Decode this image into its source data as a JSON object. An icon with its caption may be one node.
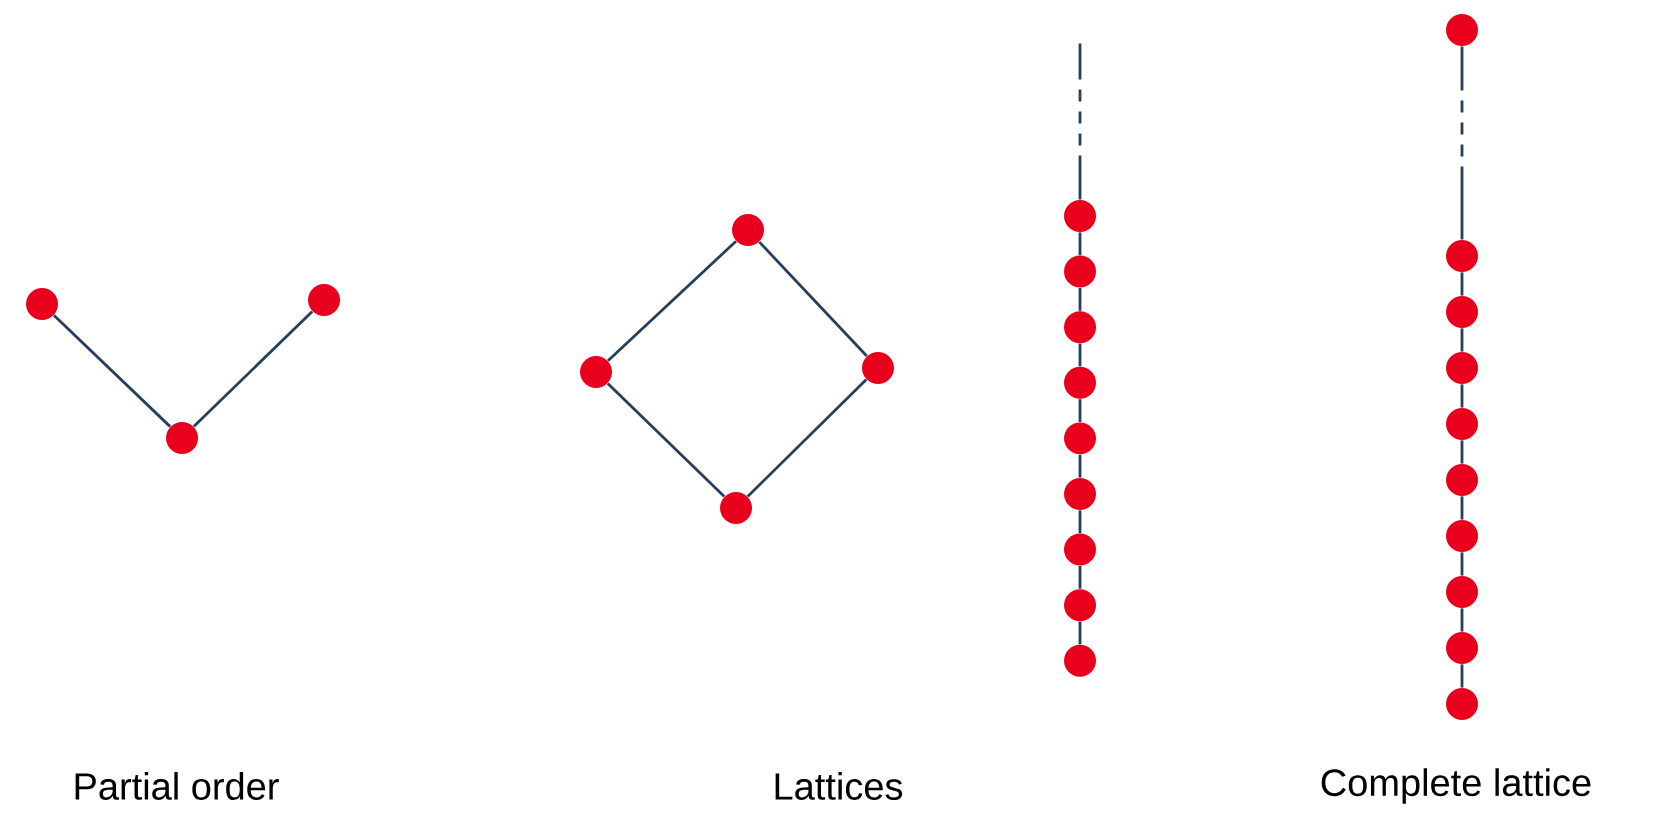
{
  "diagram": {
    "nodes": [
      {
        "text": [],
        "shape": "circle"
      },
      {
        "text": [],
        "shape": "circle"
      },
      {
        "text": [],
        "shape": "circle"
      },
      {
        "text": [],
        "shape": "circle"
      },
      {
        "text": [],
        "shape": "circle"
      },
      {
        "text": [],
        "shape": "circle"
      },
      {
        "text": [],
        "shape": "circle"
      },
      {
        "text": [],
        "shape": "circle"
      },
      {
        "text": [],
        "shape": "circle"
      },
      {
        "text": [],
        "shape": "circle"
      },
      {
        "text": [],
        "shape": "circle"
      },
      {
        "text": [],
        "shape": "circle"
      },
      {
        "text": [],
        "shape": "circle"
      },
      {
        "text": [],
        "shape": "circle"
      },
      {
        "text": [],
        "shape": "circle"
      },
      {
        "text": [],
        "shape": "circle"
      },
      {
        "text": [],
        "shape": "circle"
      },
      {
        "text": [],
        "shape": "circle"
      },
      {
        "text": [],
        "shape": "circle"
      },
      {
        "text": [],
        "shape": "circle"
      },
      {
        "text": [],
        "shape": "circle"
      },
      {
        "text": [],
        "shape": "circle"
      },
      {
        "text": [],
        "shape": "circle"
      },
      {
        "text": [],
        "shape": "circle"
      },
      {
        "text": [],
        "shape": "circle"
      },
      {
        "text": [],
        "shape": "circle"
      }
    ],
    "edges": [
      {
        "from": 0,
        "to": 2,
        "arrow": "none"
      },
      {
        "from": 2,
        "to": 1,
        "arrow": "none"
      },
      {
        "from": 3,
        "to": 4,
        "arrow": "none"
      },
      {
        "from": 3,
        "to": 5,
        "arrow": "none"
      },
      {
        "from": 4,
        "to": 6,
        "arrow": "none"
      },
      {
        "from": 5,
        "to": 6,
        "arrow": "none"
      },
      {
        "from": 7,
        "to": null,
        "arrow": "none",
        "style": "dashed"
      },
      {
        "from": 7,
        "to": 8,
        "arrow": "none"
      },
      {
        "from": 8,
        "to": 9,
        "arrow": "none"
      },
      {
        "from": 9,
        "to": 10,
        "arrow": "none"
      },
      {
        "from": 10,
        "to": 11,
        "arrow": "none"
      },
      {
        "from": 11,
        "to": 12,
        "arrow": "none"
      },
      {
        "from": 12,
        "to": 13,
        "arrow": "none"
      },
      {
        "from": 13,
        "to": 14,
        "arrow": "none"
      },
      {
        "from": 14,
        "to": 15,
        "arrow": "none"
      },
      {
        "from": 16,
        "to": 17,
        "arrow": "none",
        "style": "dashed"
      },
      {
        "from": 17,
        "to": 18,
        "arrow": "none"
      },
      {
        "from": 18,
        "to": 19,
        "arrow": "none"
      },
      {
        "from": 19,
        "to": 20,
        "arrow": "none"
      },
      {
        "from": 20,
        "to": 21,
        "arrow": "none"
      },
      {
        "from": 21,
        "to": 22,
        "arrow": "none"
      },
      {
        "from": 22,
        "to": 23,
        "arrow": "none"
      },
      {
        "from": 23,
        "to": 24,
        "arrow": "none"
      },
      {
        "from": 24,
        "to": 25,
        "arrow": "none"
      }
    ],
    "labels": [
      "Partial order",
      "Lattices",
      "Complete lattice"
    ]
  }
}
